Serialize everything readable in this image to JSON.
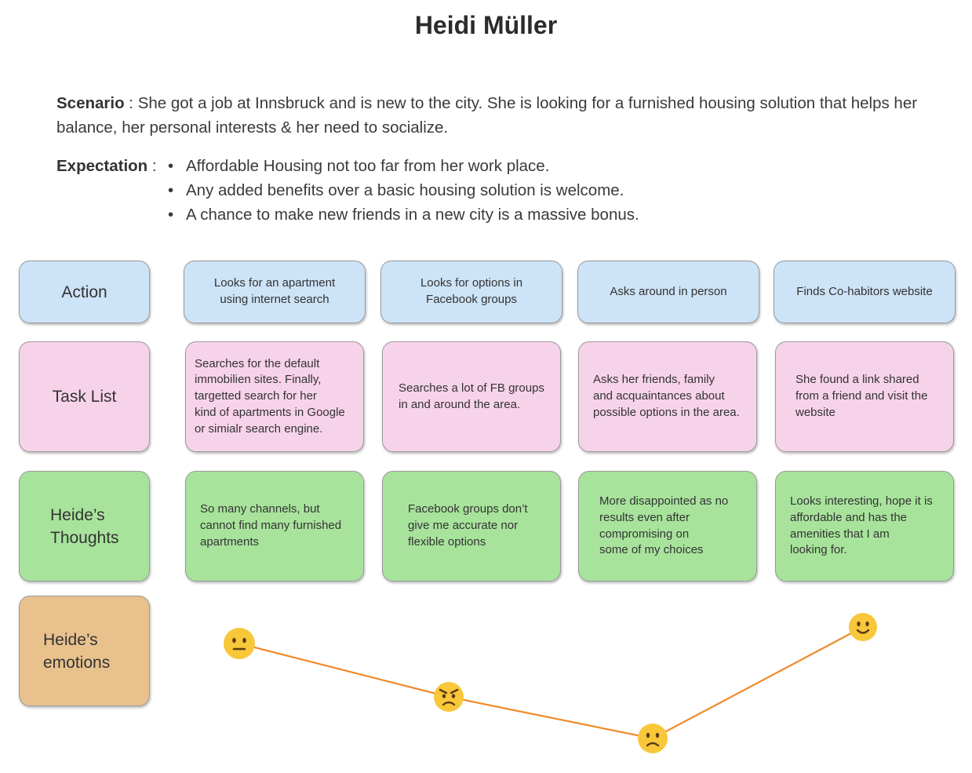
{
  "title": "Heidi Müller",
  "scenario": {
    "label": "Scenario",
    "separator": " : ",
    "text": "She got a job at Innsbruck and is new to the city. She is looking for a furnished housing solution that helps her balance, her personal interests & her need to socialize."
  },
  "expectation": {
    "label": "Expectation",
    "separator": " :",
    "items": [
      "Affordable Housing  not too far from her work place.",
      "Any added benefits over a basic housing solution is welcome.",
      "A chance to make new friends in a new city is a massive bonus."
    ]
  },
  "rows": {
    "action": {
      "label": "Action",
      "cells": [
        "Looks for an apartment\nusing internet search",
        "Looks for options in\nFacebook groups",
        "Asks around in person",
        "Finds Co-habitors website"
      ]
    },
    "tasks": {
      "label": "Task List",
      "cells": [
        "Searches for the default\nimmobilien sites. Finally,\ntargetted search for her\nkind of apartments in Google\nor simialr search engine.",
        "Searches a lot of FB groups\nin and around the area.",
        "Asks her friends, family\nand acquaintances about\npossible options in the area.",
        "She found a  link shared\nfrom a friend and visit the\nwebsite"
      ]
    },
    "thoughts": {
      "label": "Heide’s\nThoughts",
      "cells": [
        "So many channels, but\ncannot find many furnished\napartments",
        "Facebook groups don’t\ngive me accurate nor\n flexible options",
        "More disappointed as no\nresults even after\ncompromising on\nsome of my choices",
        "Looks interesting, hope it is\naffordable and has the\namenities that I am\nlooking for."
      ]
    },
    "emotions": {
      "label": "Heide’s\nemotions",
      "points": [
        {
          "emotion": "neutral",
          "icon": "neutral-face-icon"
        },
        {
          "emotion": "angry",
          "icon": "angry-face-icon"
        },
        {
          "emotion": "sad",
          "icon": "frowning-face-icon"
        },
        {
          "emotion": "happy",
          "icon": "smiling-face-icon"
        }
      ]
    }
  },
  "colors": {
    "action": "#cde3f7",
    "tasks": "#f7d3ea",
    "thoughts": "#a8e39c",
    "emotions": "#e8c18d",
    "emotion_line": "#f08a2a",
    "emoji_face": "#f8c73a"
  }
}
